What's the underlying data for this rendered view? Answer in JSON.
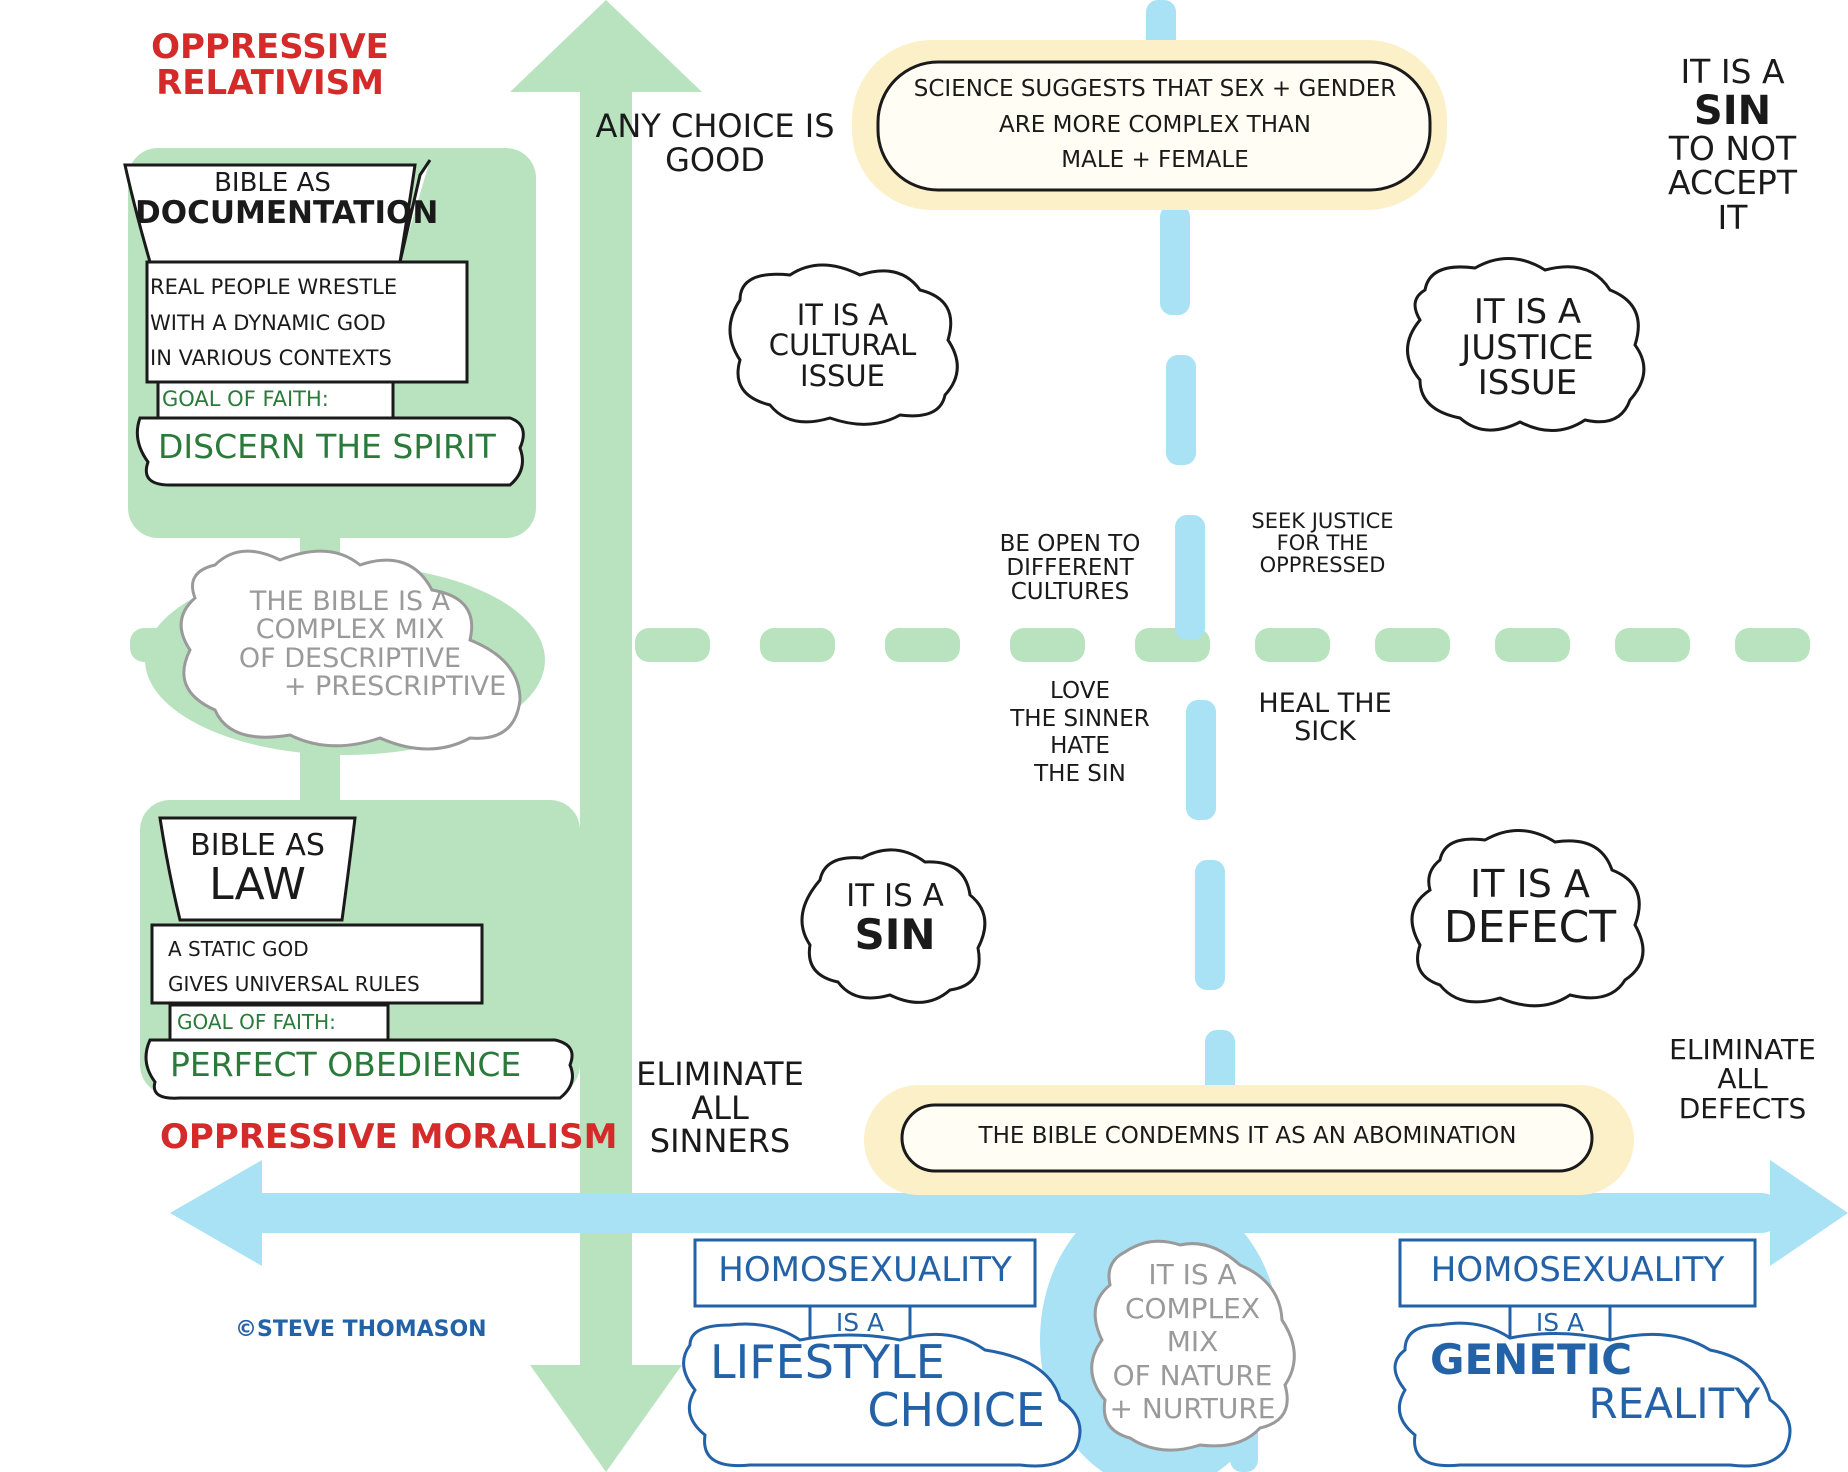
{
  "colors": {
    "green_axis": "#b9e3bf",
    "blue_axis": "#a8e2f4",
    "yellow_highlight": "#fbf0c8",
    "red_text": "#d42a2a",
    "green_text": "#2a7a3a",
    "blue_text": "#2462a8",
    "gray_text": "#9a9a9a",
    "ink": "#1a1a1a"
  },
  "vertical_axis": {
    "top_label": [
      "OPPRESSIVE",
      "RELATIVISM"
    ],
    "bottom_label": "OPPRESSIVE MORALISM"
  },
  "top_box": {
    "title_small": "BIBLE AS",
    "title_big": "DOCUMENTATION",
    "description": [
      "REAL PEOPLE WRESTLE",
      "WITH A DYNAMIC GOD",
      "IN VARIOUS CONTEXTS"
    ],
    "goal_label": "GOAL OF FAITH:",
    "goal": "DISCERN THE SPIRIT"
  },
  "middle_vertical": [
    "THE BIBLE IS A",
    "COMPLEX MIX",
    "OF DESCRIPTIVE",
    "+ PRESCRIPTIVE"
  ],
  "bottom_box": {
    "title_small": "BIBLE AS",
    "title_big": "LAW",
    "description": [
      "A STATIC GOD",
      "GIVES UNIVERSAL RULES"
    ],
    "goal_label": "GOAL OF FAITH:",
    "goal": "PERFECT OBEDIENCE"
  },
  "top_banner": [
    "SCIENCE SUGGESTS THAT SEX + GENDER",
    "ARE MORE COMPLEX THAN",
    "MALE + FEMALE"
  ],
  "bottom_banner": "THE BIBLE CONDEMNS IT AS AN ABOMINATION",
  "corners": {
    "top_left": [
      "ANY CHOICE IS",
      "GOOD"
    ],
    "top_right": [
      "IT IS A",
      "SIN",
      "TO NOT",
      "ACCEPT",
      "IT"
    ],
    "bottom_left": [
      "ELIMINATE",
      "ALL",
      "SINNERS"
    ],
    "bottom_right": [
      "ELIMINATE",
      "ALL",
      "DEFECTS"
    ]
  },
  "clouds": {
    "cultural": [
      "IT IS A",
      "CULTURAL",
      "ISSUE"
    ],
    "justice": [
      "IT IS A",
      "JUSTICE",
      "ISSUE"
    ],
    "sin": [
      "IT IS A",
      "SIN"
    ],
    "defect": [
      "IT IS A",
      "DEFECT"
    ]
  },
  "responses": {
    "open": [
      "BE OPEN TO",
      "DIFFERENT",
      "CULTURES"
    ],
    "justice": [
      "SEEK JUSTICE",
      "FOR THE",
      "OPPRESSED"
    ],
    "love": [
      "LOVE",
      "THE SINNER",
      "HATE",
      "THE SIN"
    ],
    "heal": [
      "HEAL THE",
      "SICK"
    ]
  },
  "horizontal_axis": {
    "left_box": "HOMOSEXUALITY",
    "left_is_a": "IS A",
    "left_cloud": [
      "LIFESTYLE",
      "CHOICE"
    ],
    "middle": [
      "IT IS A",
      "COMPLEX MIX",
      "OF NATURE",
      "+ NURTURE"
    ],
    "right_box": "HOMOSEXUALITY",
    "right_is_a": "IS A",
    "right_cloud": [
      "GENETIC",
      "REALITY"
    ]
  },
  "credit": "©STEVE THOMASON"
}
